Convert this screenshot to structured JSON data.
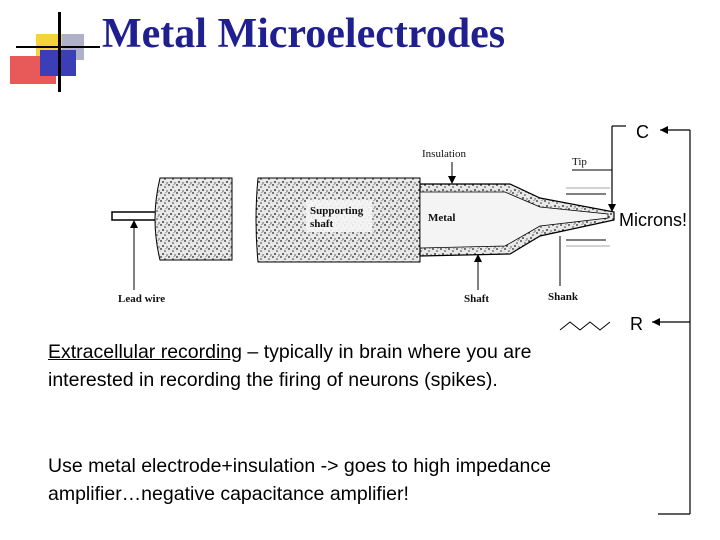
{
  "title": "Metal Microelectrodes",
  "diagram": {
    "labels": {
      "insulation": "Insulation",
      "tip": "Tip",
      "supporting_shaft_line1": "Supporting",
      "supporting_shaft_line2": "shaft",
      "metal": "Metal",
      "lead_wire": "Lead wire",
      "shaft": "Shaft",
      "shank": "Shank"
    },
    "circuit": {
      "c_label": "C",
      "microns_label": "Microns!",
      "r_label": "R"
    }
  },
  "paragraphs": {
    "p1_underlined": "Extracellular recording",
    "p1_rest": " – typically in brain where you are interested in recording the firing of neurons (spikes).",
    "p2": "Use metal electrode+insulation -> goes to high impedance amplifier…negative capacitance amplifier!"
  },
  "colors": {
    "title": "#1f1f8f",
    "deco_yellow": "#f5d33a",
    "deco_blue": "#3a3fb8",
    "deco_red": "#e85a5a",
    "deco_grey": "#b0b0c8"
  }
}
